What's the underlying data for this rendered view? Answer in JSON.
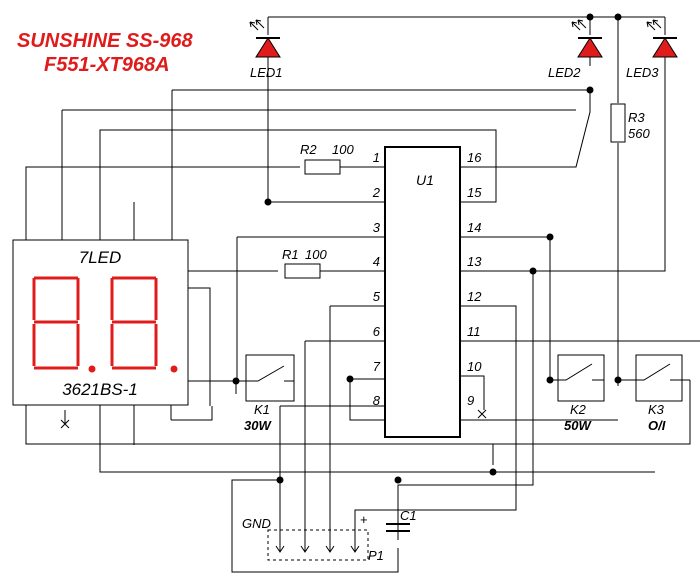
{
  "title": {
    "line1": "SUNSHINE SS-968",
    "line2": "F551-XT968A"
  },
  "colors": {
    "title": "#e01b1b",
    "led": "#e01b1b",
    "wire": "#000000"
  },
  "ic": {
    "name": "U1",
    "pins_left": [
      "1",
      "2",
      "3",
      "4",
      "5",
      "6",
      "7",
      "8"
    ],
    "pins_right": [
      "16",
      "15",
      "14",
      "13",
      "12",
      "11",
      "10",
      "9"
    ]
  },
  "display": {
    "label_top": "7LED",
    "label_bottom": "3621BS-1",
    "digits": "8.8."
  },
  "leds": [
    {
      "label": "LED1"
    },
    {
      "label": "LED2"
    },
    {
      "label": "LED3"
    }
  ],
  "resistors": [
    {
      "name": "R1",
      "value": "100"
    },
    {
      "name": "R2",
      "value": "100"
    },
    {
      "name": "R3",
      "value": "560"
    }
  ],
  "switches": [
    {
      "name": "K1",
      "function": "30W"
    },
    {
      "name": "K2",
      "function": "50W"
    },
    {
      "name": "K3",
      "function": "O/I"
    }
  ],
  "capacitor": {
    "name": "C1",
    "polarity": "+"
  },
  "connector": {
    "name": "P1",
    "gnd_label": "GND"
  }
}
